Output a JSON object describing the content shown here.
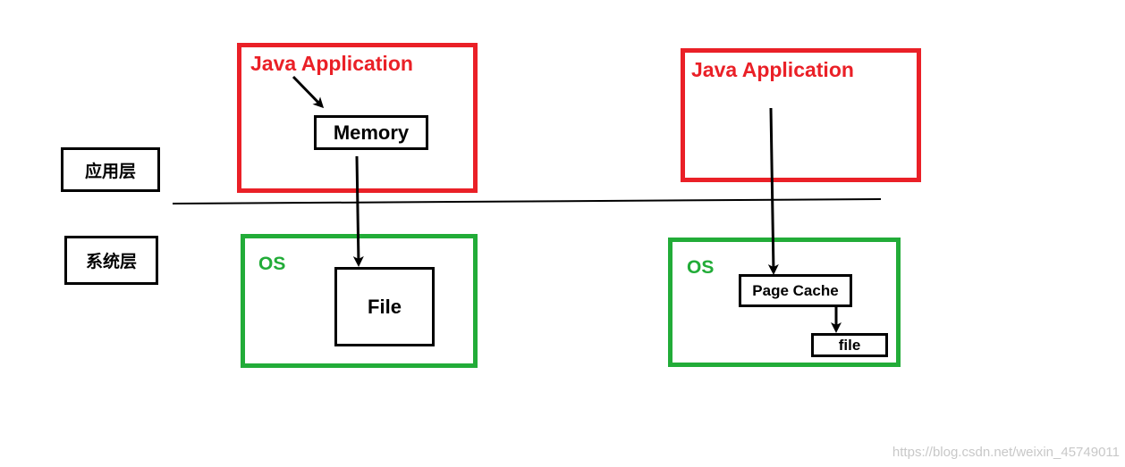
{
  "layers": {
    "app_layer": "应用层",
    "system_layer": "系统层"
  },
  "left_diagram": {
    "app_label": "Java Application",
    "memory_label": "Memory",
    "os_label": "OS",
    "file_label": "File"
  },
  "right_diagram": {
    "app_label": "Java Application",
    "os_label": "OS",
    "page_cache_label": "Page Cache",
    "file_label": "file"
  },
  "watermark": "https://blog.csdn.net/weixin_45749011",
  "colors": {
    "application_border": "#ea2027",
    "os_border": "#22ac38",
    "box_border": "#000000"
  }
}
